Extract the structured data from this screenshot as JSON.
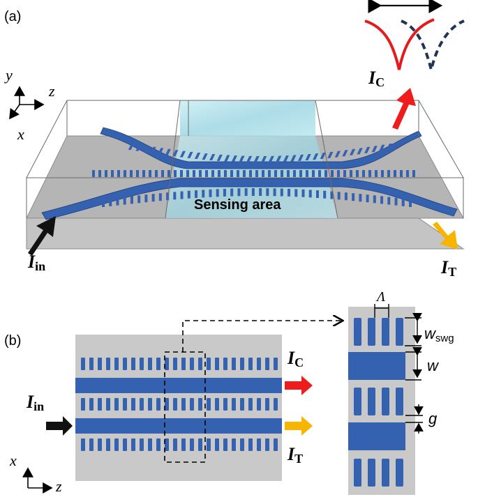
{
  "panel_a": {
    "label": "(a)",
    "sensing_label": "Sensing area",
    "axes": {
      "y": "y",
      "z": "z",
      "x": "x"
    },
    "labels": {
      "in_main": "I",
      "in_sub": "in",
      "c_main": "I",
      "c_sub": "C",
      "t_main": "I",
      "t_sub": "T"
    }
  },
  "panel_b": {
    "label": "(b)",
    "axes": {
      "x": "x",
      "z": "z"
    },
    "labels": {
      "in_main": "I",
      "in_sub": "in",
      "c_main": "I",
      "c_sub": "C",
      "t_main": "I",
      "t_sub": "T"
    },
    "zoom": {
      "period": "Λ",
      "wswg_main": "w",
      "wswg_sub": "swg",
      "w": "w",
      "g": "g"
    }
  },
  "colors": {
    "waveguide": "#3562b0",
    "substrate": "#c9c9c9",
    "water": "#a9dde8",
    "arrow_c": "#ee1c1c",
    "arrow_t": "#f7b500",
    "arrow_in": "#111111",
    "spectrum_red": "#e41a1c",
    "spectrum_dash": "#1f3553"
  }
}
